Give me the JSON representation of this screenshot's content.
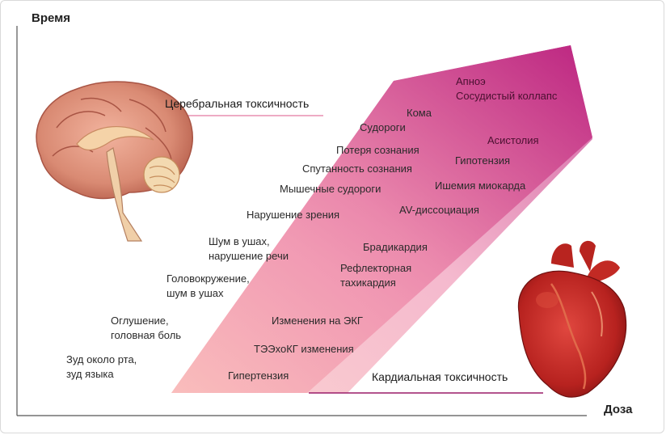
{
  "axes": {
    "y_label": "Время",
    "x_label": "Доза"
  },
  "cerebral": {
    "title": "Церебральная токсичность",
    "symptoms": [
      "Зуд около рта,\nзуд языка",
      "Оглушение,\nголовная боль",
      "Головокружение,\nшум в ушах",
      "Шум в ушах,\nнарушение речи",
      "Нарушение зрения",
      "Мышечные судороги",
      "Спутанность сознания",
      "Потеря сознания",
      "Судороги",
      "Кома",
      "Апноэ\nСосудистый коллапс"
    ]
  },
  "cardiac": {
    "title": "Кардиальная токсичность",
    "symptoms": [
      "Гипертензия",
      "ТЭЭхоКГ изменения",
      "Изменения на ЭКГ",
      "Рефлекторная\nтахикардия",
      "Брадикардия",
      "AV-диссоциация",
      "Ишемия миокарда",
      "Гипотензия",
      "Асистолия"
    ]
  },
  "colors": {
    "gradient_start": "#f7a3a3",
    "gradient_mid": "#e36b9a",
    "gradient_end": "#b5197a",
    "axis": "#555555"
  },
  "icons": [
    "brain-icon",
    "heart-icon"
  ]
}
